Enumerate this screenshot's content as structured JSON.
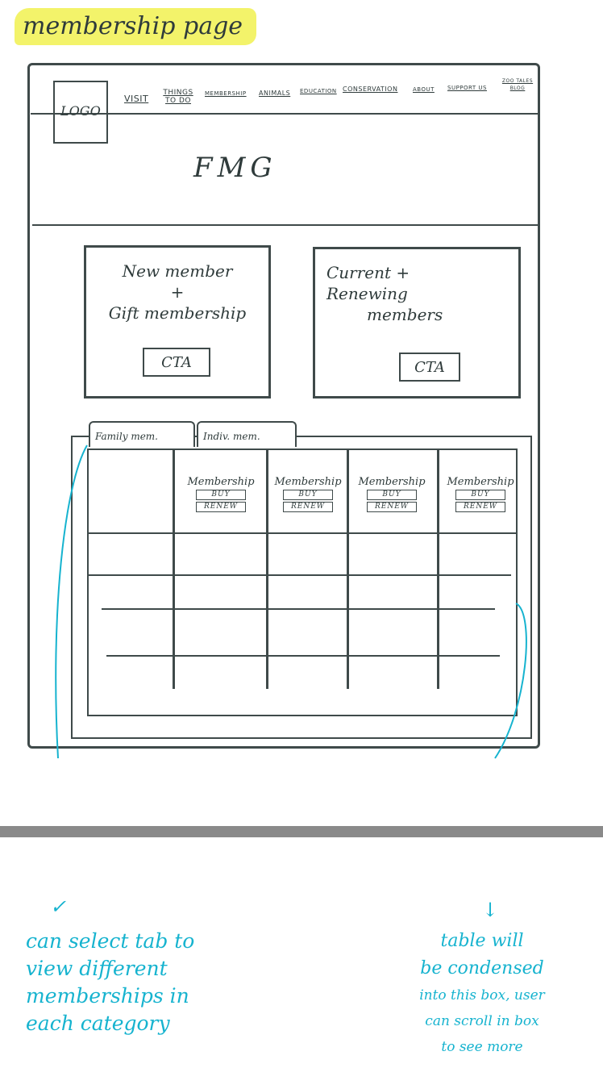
{
  "page_title": "membership page",
  "header": {
    "logo": "LOGO",
    "nav": [
      {
        "label": "VISIT"
      },
      {
        "label": "THINGS TO DO"
      },
      {
        "label": "MEMBERSHIP"
      },
      {
        "label": "ANIMALS"
      },
      {
        "label": "EDUCATION"
      },
      {
        "label": "CONSERVATION"
      },
      {
        "label": "ABOUT"
      },
      {
        "label": "SUPPORT US"
      },
      {
        "label": "ZOO TALES BLOG"
      }
    ]
  },
  "hero": {
    "text": "FMG"
  },
  "cards": {
    "new": {
      "line1": "New member",
      "line2": "+",
      "line3": "Gift membership",
      "cta": "CTA"
    },
    "current": {
      "line1": "Current +",
      "line2": "Renewing",
      "line3": "members",
      "cta": "CTA"
    }
  },
  "tabs": [
    {
      "label": "Family mem."
    },
    {
      "label": "Indiv. mem."
    }
  ],
  "table": {
    "columns": [
      {
        "title": "Membership",
        "buy": "BUY",
        "renew": "RENEW"
      },
      {
        "title": "Membership",
        "buy": "BUY",
        "renew": "RENEW"
      },
      {
        "title": "Membership",
        "buy": "BUY",
        "renew": "RENEW"
      },
      {
        "title": "Membership",
        "buy": "BUY",
        "renew": "RENEW"
      }
    ]
  },
  "annotations": {
    "left_arrow": "✓",
    "left_lines": [
      "can select tab to",
      "view different",
      "memberships in",
      "each category"
    ],
    "right_arrow": "↓",
    "right_lines": [
      "table will",
      "be condensed",
      "into this box, user",
      "can scroll in box",
      "to see more"
    ]
  },
  "colors": {
    "sketch": "#3f4a4a",
    "annotation": "#16b3cf",
    "highlight": "#f3f36a"
  }
}
